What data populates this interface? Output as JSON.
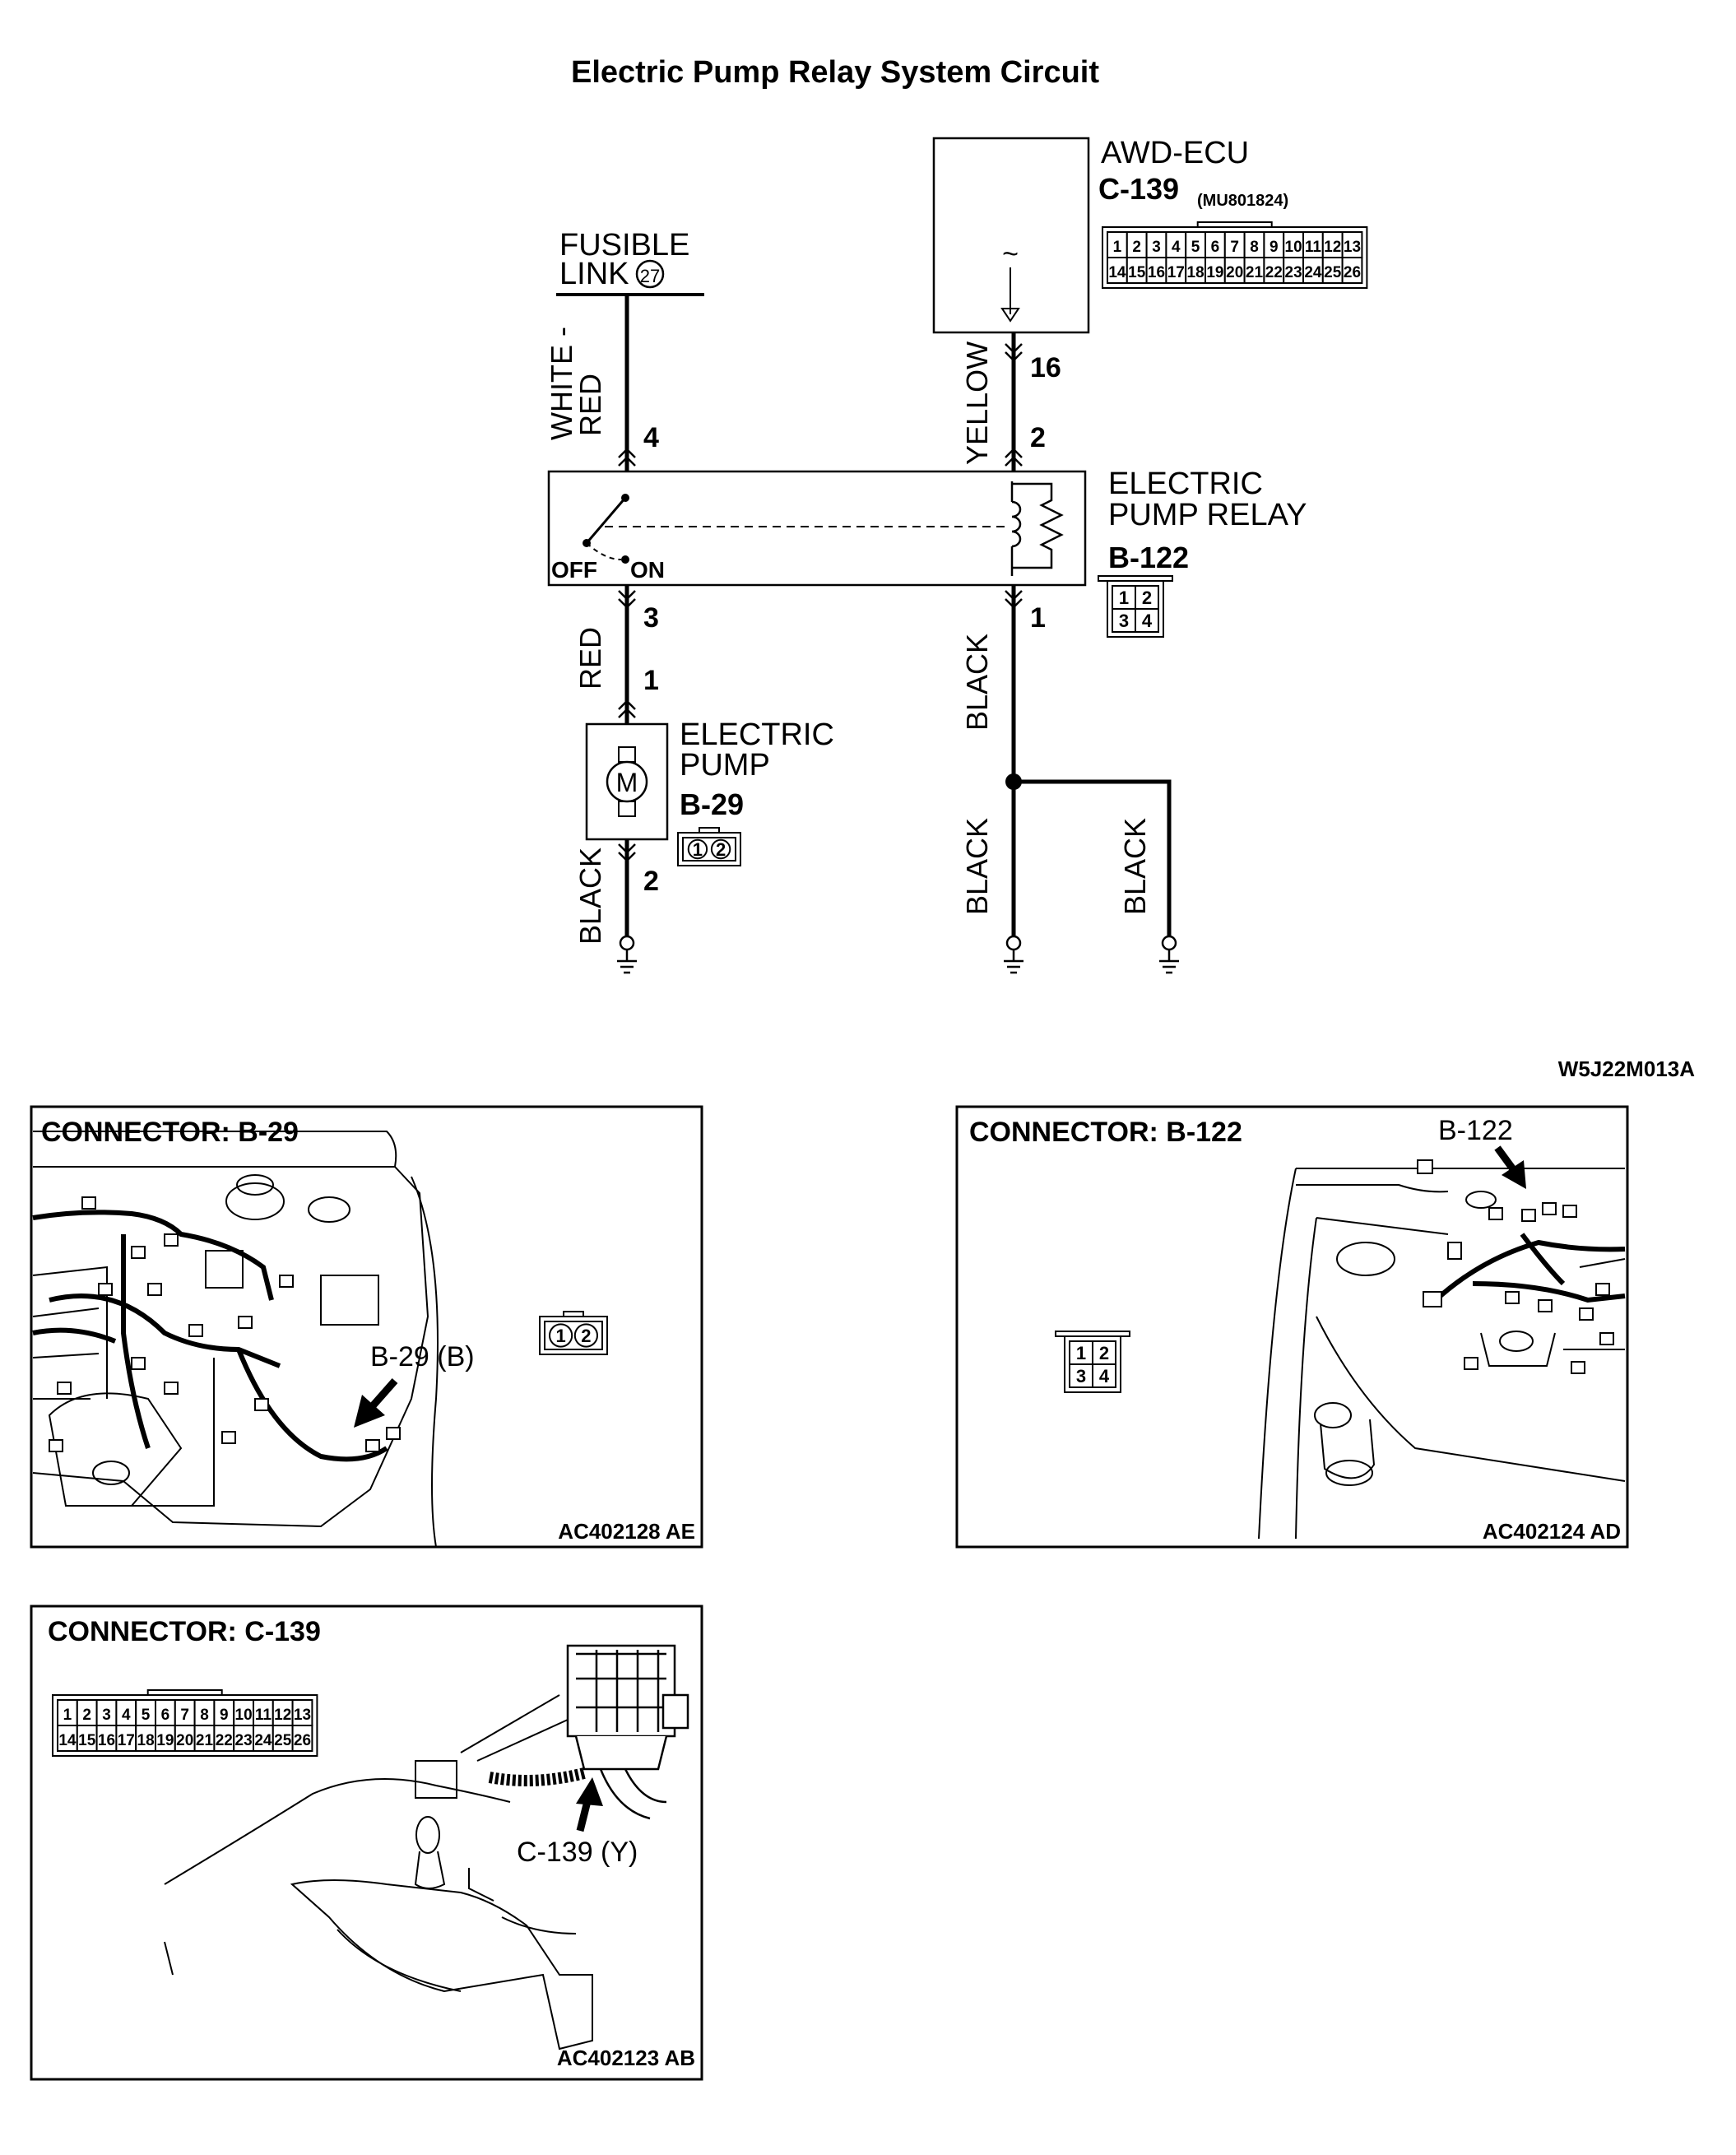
{
  "title": "Electric Pump Relay System Circuit",
  "circuit": {
    "fusible_link": {
      "line1": "FUSIBLE",
      "line2": "LINK",
      "number": "27"
    },
    "awd_ecu": {
      "name": "AWD-ECU",
      "connector": "C-139",
      "part_no": "(MU801824)",
      "terminal": "16",
      "symbol": "~"
    },
    "relay": {
      "line1": "ELECTRIC",
      "line2": "PUMP RELAY",
      "connector": "B-122",
      "off_label": "OFF",
      "on_label": "ON"
    },
    "pump": {
      "line1": "ELECTRIC",
      "line2": "PUMP",
      "connector": "B-29",
      "motor_symbol": "M"
    },
    "wires": {
      "white_red_1": "WHITE -",
      "white_red_2": "RED",
      "yellow": "YELLOW",
      "red": "RED",
      "black_1": "BLACK",
      "black_2": "BLACK",
      "black_3": "BLACK",
      "black_4": "BLACK"
    },
    "pins": {
      "relay_4": "4",
      "relay_3": "3",
      "relay_2": "2",
      "relay_1": "1",
      "pump_1": "1",
      "pump_2": "2"
    },
    "c139_pins_row1": [
      "1",
      "2",
      "3",
      "4",
      "5",
      "6",
      "7",
      "8",
      "9",
      "10",
      "11",
      "12",
      "13"
    ],
    "c139_pins_row2": [
      "14",
      "15",
      "16",
      "17",
      "18",
      "19",
      "20",
      "21",
      "22",
      "23",
      "24",
      "25",
      "26"
    ],
    "b122_pins": [
      "1",
      "2",
      "3",
      "4"
    ],
    "b29_pins": [
      "1",
      "2"
    ],
    "figure_code": "W5J22M013A"
  },
  "panels": {
    "b29": {
      "title": "CONNECTOR: B-29",
      "callout": "B-29 (B)",
      "code": "AC402128 AE"
    },
    "b122": {
      "title": "CONNECTOR: B-122",
      "callout": "B-122",
      "code": "AC402124 AD"
    },
    "c139": {
      "title": "CONNECTOR: C-139",
      "callout": "C-139 (Y)",
      "code": "AC402123 AB"
    }
  }
}
